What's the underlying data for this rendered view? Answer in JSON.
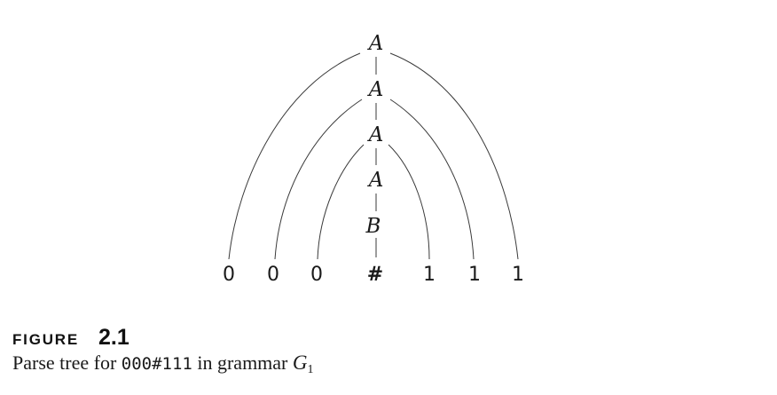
{
  "tree": {
    "nonterminals": [
      {
        "id": "n1",
        "label": "A"
      },
      {
        "id": "n2",
        "label": "A"
      },
      {
        "id": "n3",
        "label": "A"
      },
      {
        "id": "n4",
        "label": "A"
      },
      {
        "id": "n5",
        "label": "B"
      }
    ],
    "leaves": [
      {
        "id": "l1",
        "label": "0"
      },
      {
        "id": "l2",
        "label": "0"
      },
      {
        "id": "l3",
        "label": "0"
      },
      {
        "id": "l4",
        "label": "#"
      },
      {
        "id": "l5",
        "label": "1"
      },
      {
        "id": "l6",
        "label": "1"
      },
      {
        "id": "l7",
        "label": "1"
      }
    ],
    "edges": [
      [
        "n1",
        "l1"
      ],
      [
        "n1",
        "n2"
      ],
      [
        "n1",
        "l7"
      ],
      [
        "n2",
        "l2"
      ],
      [
        "n2",
        "n3"
      ],
      [
        "n2",
        "l6"
      ],
      [
        "n3",
        "l3"
      ],
      [
        "n3",
        "n4"
      ],
      [
        "n3",
        "l5"
      ],
      [
        "n4",
        "n5"
      ],
      [
        "n5",
        "l4"
      ]
    ]
  },
  "caption": {
    "figure_word": "FIGURE",
    "figure_number": "2.1",
    "text_before": "Parse tree for ",
    "string": "000#111",
    "text_middle": " in grammar ",
    "grammar_symbol": "G",
    "grammar_subscript": "1"
  }
}
